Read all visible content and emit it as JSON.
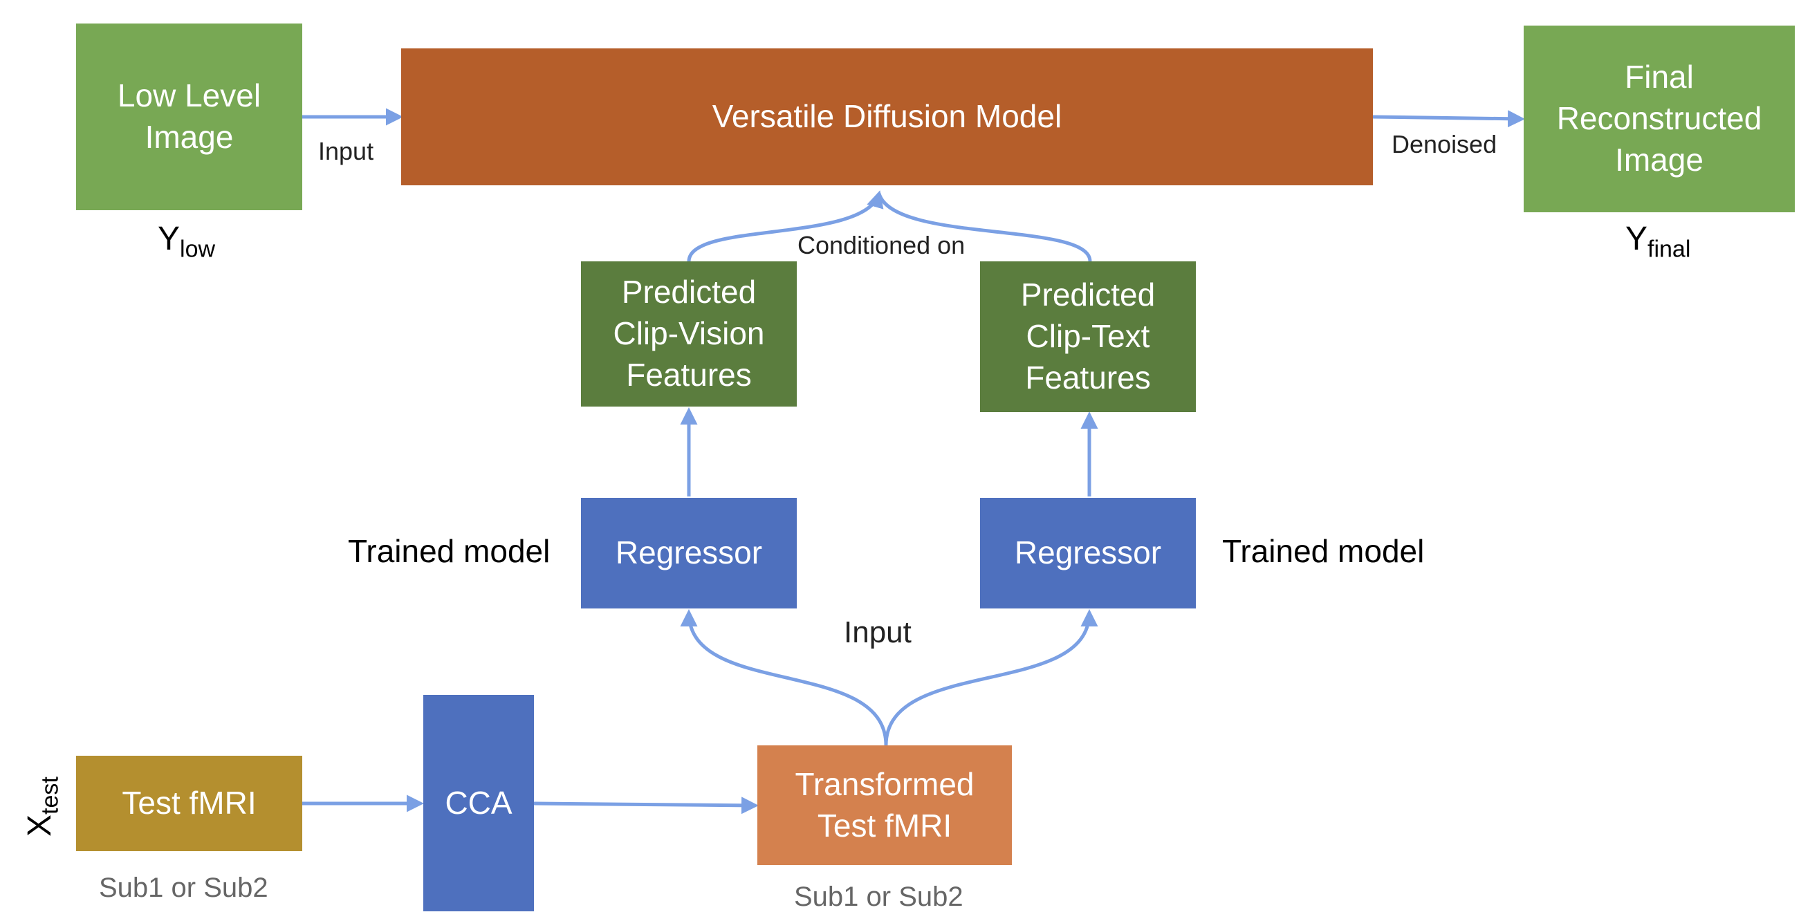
{
  "colors": {
    "light_green": "#78A854",
    "dark_green": "#5B7D3E",
    "orange_red": "#B55E2A",
    "blue": "#4E70BE",
    "light_orange": "#D4814E",
    "gold": "#B48F2F",
    "arrow": "#7BA0E4"
  },
  "nodes": {
    "low_level_image": "Low Level\nImage",
    "versatile_diffusion": "Versatile Diffusion Model",
    "final_image": "Final\nReconstructed\nImage",
    "clip_vision": "Predicted\nClip-Vision\nFeatures",
    "clip_text": "Predicted\nClip-Text\nFeatures",
    "regressor_left": "Regressor",
    "regressor_right": "Regressor",
    "test_fmri": "Test fMRI",
    "cca": "CCA",
    "transformed_fmri": "Transformed\nTest fMRI"
  },
  "labels": {
    "input_top": "Input",
    "denoised": "Denoised",
    "conditioned_on": "Conditioned on",
    "trained_model_left": "Trained model",
    "trained_model_right": "Trained model",
    "input_middle": "Input",
    "sub_left": "Sub1 or Sub2",
    "sub_right": "Sub1 or Sub2"
  },
  "symbols": {
    "y_low": {
      "base": "Y",
      "sub": "low"
    },
    "y_final": {
      "base": "Y",
      "sub": "final"
    },
    "x_test": {
      "base": "X",
      "sub": "test"
    }
  }
}
